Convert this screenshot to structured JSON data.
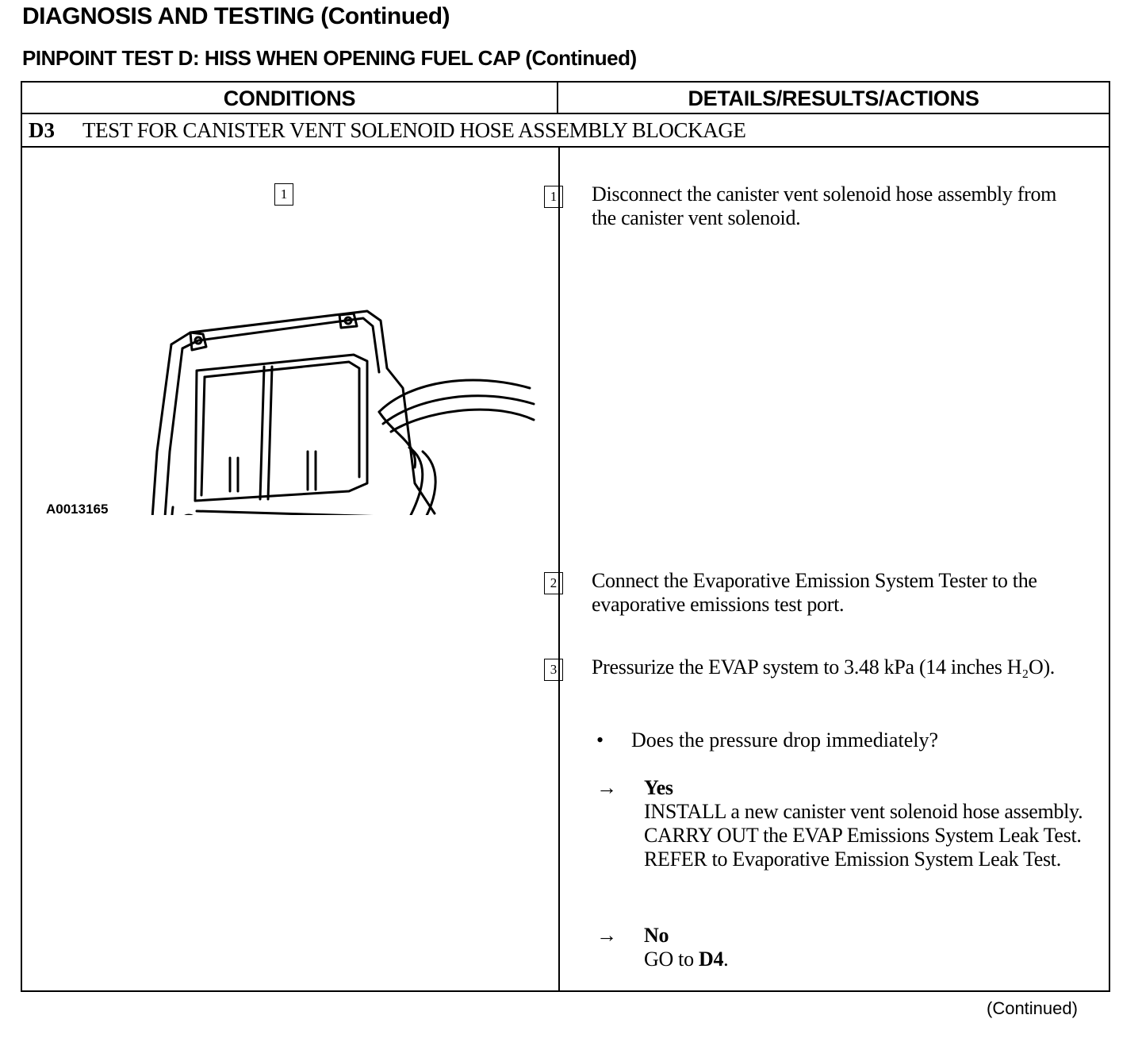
{
  "page_title": "DIAGNOSIS AND TESTING (Continued)",
  "test_title": "PINPOINT TEST D:  HISS WHEN OPENING FUEL CAP (Continued)",
  "table": {
    "col_conditions": "CONDITIONS",
    "col_details": "DETAILS/RESULTS/ACTIONS",
    "step_id": "D3",
    "step_title": "TEST FOR CANISTER VENT SOLENOID HOSE ASSEMBLY BLOCKAGE"
  },
  "figure": {
    "callout": "1",
    "code": "A0013165"
  },
  "steps": [
    {
      "num": "1",
      "text": "Disconnect the canister vent solenoid hose assembly from the canister vent solenoid."
    },
    {
      "num": "2",
      "text": "Connect the Evaporative Emission System Tester to the evaporative emissions test port."
    },
    {
      "num": "3",
      "text": "Pressurize the EVAP system to 3.48 kPa (14 inches H₂O)."
    }
  ],
  "question": {
    "bullet": "•",
    "text": "Does the pressure drop immediately?"
  },
  "results": [
    {
      "arrow": "→",
      "label": "Yes",
      "text": "INSTALL a new canister vent solenoid hose assembly. CARRY OUT the EVAP Emissions System Leak Test. REFER to Evaporative Emission System Leak Test."
    },
    {
      "arrow": "→",
      "label": "No",
      "text_prefix": "GO to ",
      "text_bold": "D4",
      "text_suffix": "."
    }
  ],
  "footer": "(Continued)"
}
